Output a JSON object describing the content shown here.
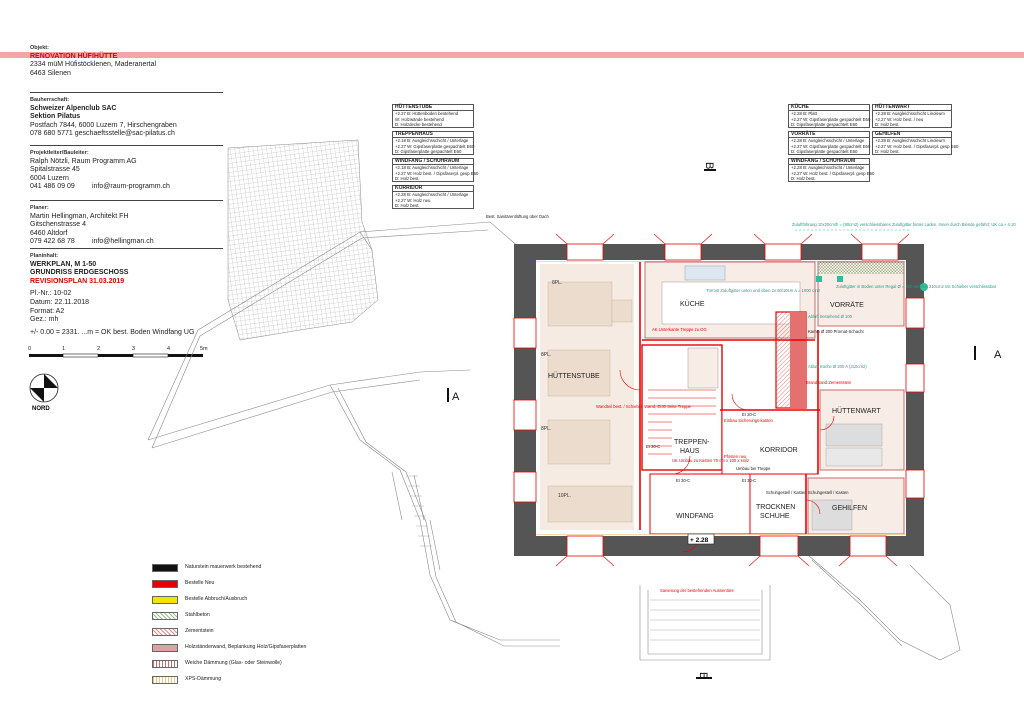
{
  "title_block": {
    "objekt_label": "Objekt:",
    "objekt_name": "RENOVATION HÜFIHÜTTE",
    "objekt_lines": [
      "2334 müM Hüfistöcklenen, Maderanertal",
      "6463 Silenen"
    ],
    "bauherrschaft_label": "Bauherrschaft:",
    "bauherrschaft_lines": [
      "Schweizer Alpenclub SAC",
      "Sektion Pilatus"
    ],
    "bauherrschaft_address": [
      "Postfach 7844, 6000 Luzern 7, Hirschengraben",
      "078 680 5771 geschaeftsstelle@sac-pilatus.ch"
    ],
    "projektleiter_label": "Projektleiter/Bauleiter:",
    "projektleiter_lines": [
      "Ralph Nötzli, Raum Programm AG",
      "Spitalstrasse 45",
      "6004 Luzern"
    ],
    "projektleiter_phone": "041 486 09 09",
    "projektleiter_email": "info@raum-programm.ch",
    "planer_label": "Planer:",
    "planer_lines": [
      "Martin Hellingman, Architekt FH",
      "Gitschenstrasse 4",
      "6460 Altdorf"
    ],
    "planer_phone": "079 422 68 78",
    "planer_email": "info@hellingman.ch",
    "planinhalt_label": "Planinhalt:",
    "planinhalt_lines": [
      "WERKPLAN, M 1-50",
      "GRUNDRISS ERDGESCHOSS"
    ],
    "revision": "REVISIONSPLAN 31.03.2019",
    "meta_lines": [
      "Pl.-Nr.: 10-02",
      "Datum: 22.11.2018",
      "Format: A2",
      "Gez.: mh"
    ],
    "height_note": "+/- 0.00 = 2331. ...m = OK best. Boden Windfang UG",
    "scale_ticks": [
      "0",
      "1",
      "2",
      "3",
      "4",
      "5m"
    ],
    "north_label": "NORD"
  },
  "legend": [
    {
      "label": "Naturstein mauerwerk bestehend",
      "color": "#111111"
    },
    {
      "label": "Bestelle Neu",
      "color": "#e60000"
    },
    {
      "label": "Bestelle Abbruch/Ausbruch",
      "color": "#f2e600"
    },
    {
      "label": "Stahlbeton",
      "color": "#9cbf8a"
    },
    {
      "label": "Zementstein",
      "color": "#f08a8a"
    },
    {
      "label": "Holzständerwand, Beplankung Holz/Gipsfaserplatten",
      "color": "#d9a3a3"
    },
    {
      "label": "Weiche Dämmung (Glas- oder Steinwolle)",
      "color": "#c96b6b"
    },
    {
      "label": "XPS-Dämmung",
      "color": "#f5c47a"
    }
  ],
  "room_tables_left": [
    {
      "title": "HÜTTENSTUBE",
      "rows": [
        "+2.27   B: Hüttenboden bestehend",
        "W: Holzwände bestehend",
        "D: Holzdecke bestehend"
      ]
    },
    {
      "title": "TREPPENHAUS",
      "rows": [
        "+2.18   B: Ausgleichsschicht / Unterlage",
        "+2.27   W: Gipsfaserplatte gespachtelt E60",
        "D: Gipsfaserplatte gespachtelt E60"
      ]
    },
    {
      "title": "WINDFANG / SCHUHRAUM",
      "rows": [
        "+2.18   B: Ausgleichsschicht / Unterlage",
        "+2.27   W: Holz best. / Gipsfaserpl. gesp E60",
        "D: Holz best."
      ]
    },
    {
      "title": "KORRIDOR",
      "rows": [
        "+2.28   B: Ausgleichsschicht / Unterlage",
        "+2.27   W: Holz neu",
        "D: Holz best."
      ]
    }
  ],
  "room_tables_right_a": [
    {
      "title": "KÜCHE",
      "rows": [
        "+2.28   B: Platt",
        "+2.27   W: Gipsfaserplatte gespachtelt E60",
        "D: Gipsfaserplatte gespachtelt E60"
      ]
    },
    {
      "title": "VORRÄTE",
      "rows": [
        "+2.28   B: Ausgleichsschicht / Unterlage",
        "+2.27   W: Gipsfaserplatte gespachtelt E60",
        "D: Gipsfaserplatte gespachtelt E60"
      ]
    },
    {
      "title": "WINDFANG / SCHUHRAUM",
      "rows": [
        "+2.28   B: Ausgleichsschicht / Unterlage",
        "+2.27   W: Holz best. / Gipsfaserpl. gesp E60",
        "D: Holz best."
      ]
    }
  ],
  "room_tables_right_b": [
    {
      "title": "HÜTTENWART",
      "rows": [
        "+2.28   B: Ausgleichsschicht Linoleum",
        "+2.27   W: Holz best. / neu",
        "D: Holz best."
      ]
    },
    {
      "title": "GEHILFEN",
      "rows": [
        "+2.28   B: Ausgleichsschicht Linoleum",
        "+2.27   W: Holz best. / Gipsfaserpl. gesp E60",
        "D: Holz best."
      ]
    }
  ],
  "plan": {
    "rooms": {
      "kueche": "KÜCHE",
      "vorraete": "VORRÄTE",
      "huettenstube": "HÜTTENSTUBE",
      "treppen_1": "TREPPEN-",
      "treppen_2": "HAUS",
      "korridor": "KORRIDOR",
      "huettenwart": "HÜTTENWART",
      "trocknen_1": "TROCKNEN",
      "trocknen_2": "SCHUHE",
      "windfang": "WINDFANG",
      "gehilfen": "GEHILFEN"
    },
    "table_labels": {
      "t8": "8PL.",
      "t8b": "8PL.",
      "t8c": "8PL.",
      "t10": "10PL."
    },
    "level": "+ 2.28",
    "section_labels": {
      "a_left": "A",
      "a_right": "A",
      "b_top": "B",
      "b_bottom": "B"
    },
    "notes_red": {
      "ak_treppe": "AK Unterkante Treppe zu OG",
      "wuschel": "Wandteil best. / Schiebel. Wand, EI30 Seite Treppe",
      "brandschutz": "Brandwand Zementstein",
      "sicherungen": "Einbau Sicherungs-kasten",
      "ul": "UK Umbau zu Kasten 70 cm x 100 x Holz",
      "pfosten": "Pfosten neu"
    },
    "notes_teal": {
      "zuluft_top": "Zuluftführung 10x20cm/h = (80cm2) verschliessbares Zuluftgitter hinter Laden. Innen durch Blende geführt: UK ca.+ 4.10",
      "tuerrost": "Türrost Zuluftgitter unten und oben 2x 60/10cm A = 1000 cm2",
      "zuluft_boden": "Zuluftgitter in Boden unter Regal Ø = 200 mm A = 310cm2 mit Schieber verschliessbar",
      "abluft_1": "Abluft bestehend Ø 100",
      "abluft_2": "Abluft Küche Ø 200 A (310cm2)"
    },
    "notes_black": {
      "kamin": "Kamin Ø 200 Promat-Schacht",
      "sanitaer": "Best. Sanitärentlüftung über Dach",
      "ei30_1": "EI 30-C",
      "ei30_2": "EI 30-C",
      "ei30_3": "EI 30-C",
      "ei30_4": "EI 30-C",
      "schuh_1": "Schuhgestell / Kasten",
      "schuh_2": "Schuhgestell / Kasten",
      "sanierung": "Sanierung der bestehenden Aussentüre",
      "umbau": "Umbau bei Treppe"
    }
  }
}
